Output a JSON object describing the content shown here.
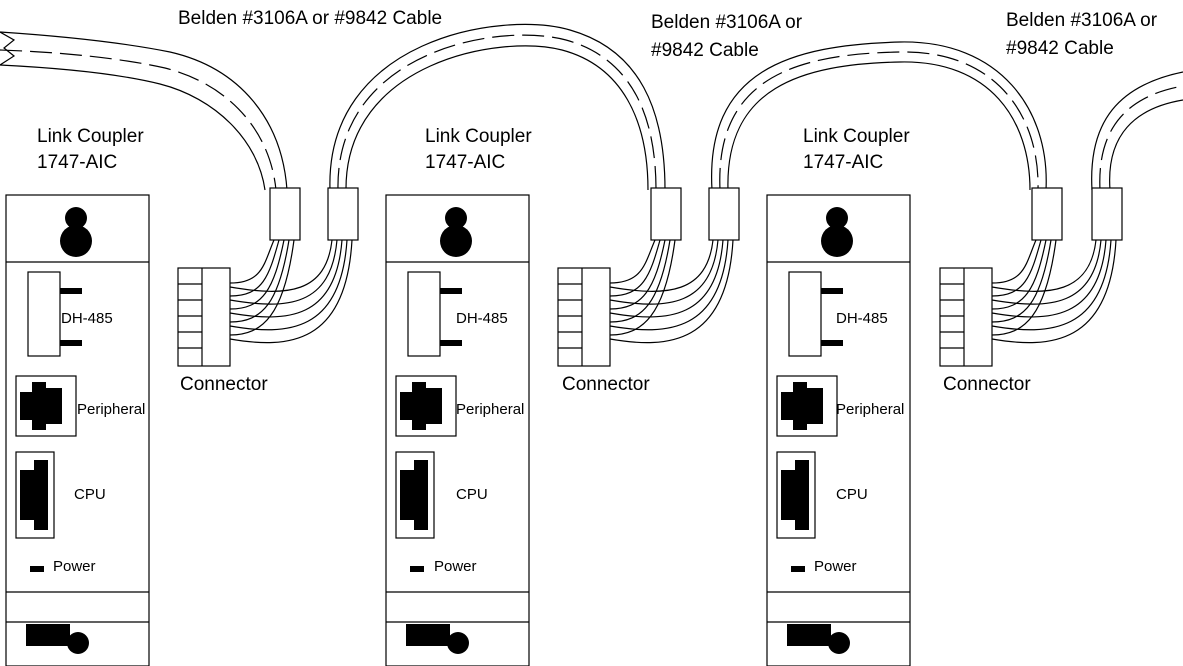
{
  "cables": [
    {
      "label_line1": "Belden #3106A or #9842 Cable",
      "label_line2": ""
    },
    {
      "label_line1": "Belden #3106A or",
      "label_line2": "#9842 Cable"
    },
    {
      "label_line1": "Belden #3106A or",
      "label_line2": "#9842 Cable"
    }
  ],
  "couplers": [
    {
      "title": "Link Coupler",
      "model": "1747-AIC",
      "port_dh485": "DH-485",
      "port_peripheral": "Peripheral",
      "port_cpu": "CPU",
      "power": "Power"
    },
    {
      "title": "Link Coupler",
      "model": "1747-AIC",
      "port_dh485": "DH-485",
      "port_peripheral": "Peripheral",
      "port_cpu": "CPU",
      "power": "Power"
    },
    {
      "title": "Link Coupler",
      "model": "1747-AIC",
      "port_dh485": "DH-485",
      "port_peripheral": "Peripheral",
      "port_cpu": "CPU",
      "power": "Power"
    }
  ],
  "connectors": [
    {
      "label": "Connector"
    },
    {
      "label": "Connector"
    },
    {
      "label": "Connector"
    }
  ],
  "colors": {
    "line": "#000000",
    "background": "#ffffff"
  }
}
